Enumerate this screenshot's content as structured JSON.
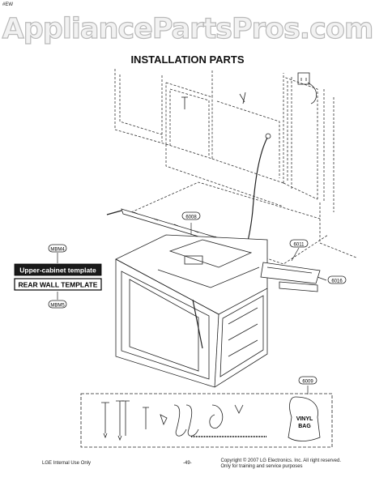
{
  "watermark": "AppliancePartsPros.com",
  "corner_code": "#EW",
  "title": "INSTALLATION PARTS",
  "callouts": {
    "c6008": "6008",
    "c6011": "6011",
    "c6016": "6016",
    "c6009": "6009",
    "m4": "MBM4",
    "m5": "MBM5"
  },
  "templates": {
    "upper": "Upper-cabinet template",
    "rear": "REAR WALL TEMPLATE"
  },
  "vinyl_bag": [
    "VINYL",
    "BAG"
  ],
  "footer": {
    "left": "LGE Internal Use Only",
    "page": "-49-",
    "copyright": "Copyright © 2007 LG Electronics. Inc. All right reserved.",
    "note": "Only for training and service purposes"
  }
}
